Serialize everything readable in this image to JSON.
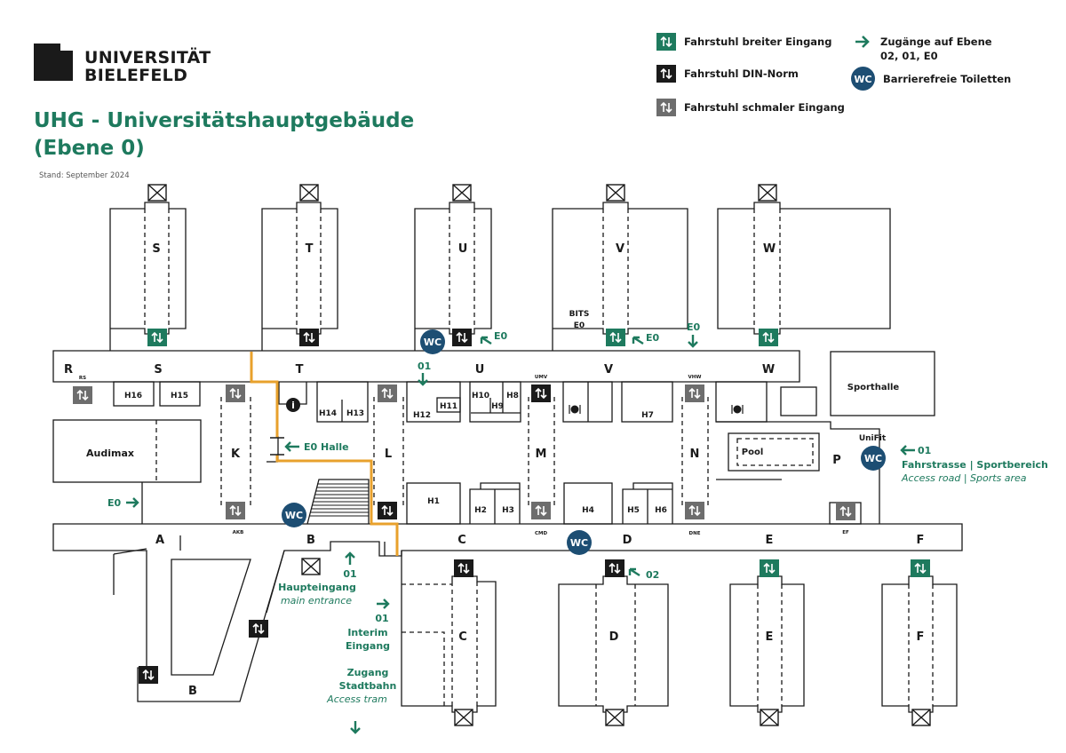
{
  "header": {
    "logo_line1": "UNIVERSITÄT",
    "logo_line2": "BIELEFELD",
    "title_line1": "UHG - Universitätshauptgebäude",
    "title_line2": "(Ebene 0)",
    "stand": "Stand: September 2024"
  },
  "legend": {
    "elevator_wide": "Fahrstuhl breiter Eingang",
    "elevator_din": "Fahrstuhl DIN-Norm",
    "elevator_narrow": "Fahrstuhl schmaler Eingang",
    "access_line1": "Zugänge auf Ebene",
    "access_line2": "02, 01, E0",
    "wc_label": "WC",
    "wc_text": "Barrierefreie Toiletten"
  },
  "colors": {
    "green": "#1e7a5e",
    "navy": "#1d4e73",
    "orange": "#e8a12c",
    "grey": "#6d6d6d",
    "black": "#1a1a1a"
  },
  "map": {
    "blocks_north": [
      "S",
      "T",
      "U",
      "V",
      "W"
    ],
    "blocks_south": [
      "C",
      "D",
      "E",
      "F"
    ],
    "corridor_north": [
      "R",
      "S",
      "T",
      "U",
      "V",
      "W"
    ],
    "corridor_south": [
      "A",
      "B",
      "C",
      "D",
      "E",
      "F"
    ],
    "connectors": [
      "K",
      "L",
      "M",
      "N"
    ],
    "halls": [
      "H1",
      "H2",
      "H3",
      "H4",
      "H5",
      "H6",
      "H7",
      "H8",
      "H9",
      "H10",
      "H11",
      "H12",
      "H13",
      "H14",
      "H15",
      "H16"
    ],
    "audimax": "Audimax",
    "sporthalle": "Sporthalle",
    "pool": "Pool",
    "p": "P",
    "unifit": "UniFit",
    "bits_line1": "BITS",
    "bits_line2": "E0",
    "rs": "RS",
    "umv": "UMV",
    "vhw": "VHW",
    "akb": "AKB",
    "cmd": "CMD",
    "dne": "DNE",
    "ef": "EF",
    "b_lower": "B",
    "c_lower": "C",
    "d_lower": "D",
    "e_lower": "E",
    "f_lower": "F",
    "e0_halle": "E0 Halle",
    "info": "i",
    "wc": "WC",
    "access": {
      "e0_u": "E0",
      "e0_v": "E0",
      "e0_vw": "E0",
      "e0_audimax": "E0",
      "u_01": "01",
      "d_02": "02",
      "haupt_01": "01",
      "haupt_de": "Haupteingang",
      "haupt_en": "main entrance",
      "interim_01": "01",
      "interim_l1": "Interim",
      "interim_l2": "Eingang",
      "tram_l1": "Zugang",
      "tram_l2": "Stadtbahn",
      "tram_en": "Access tram",
      "sport_01": "01",
      "sport_de": "Fahrstrasse | Sportbereich",
      "sport_en": "Access road | Sports area"
    }
  }
}
